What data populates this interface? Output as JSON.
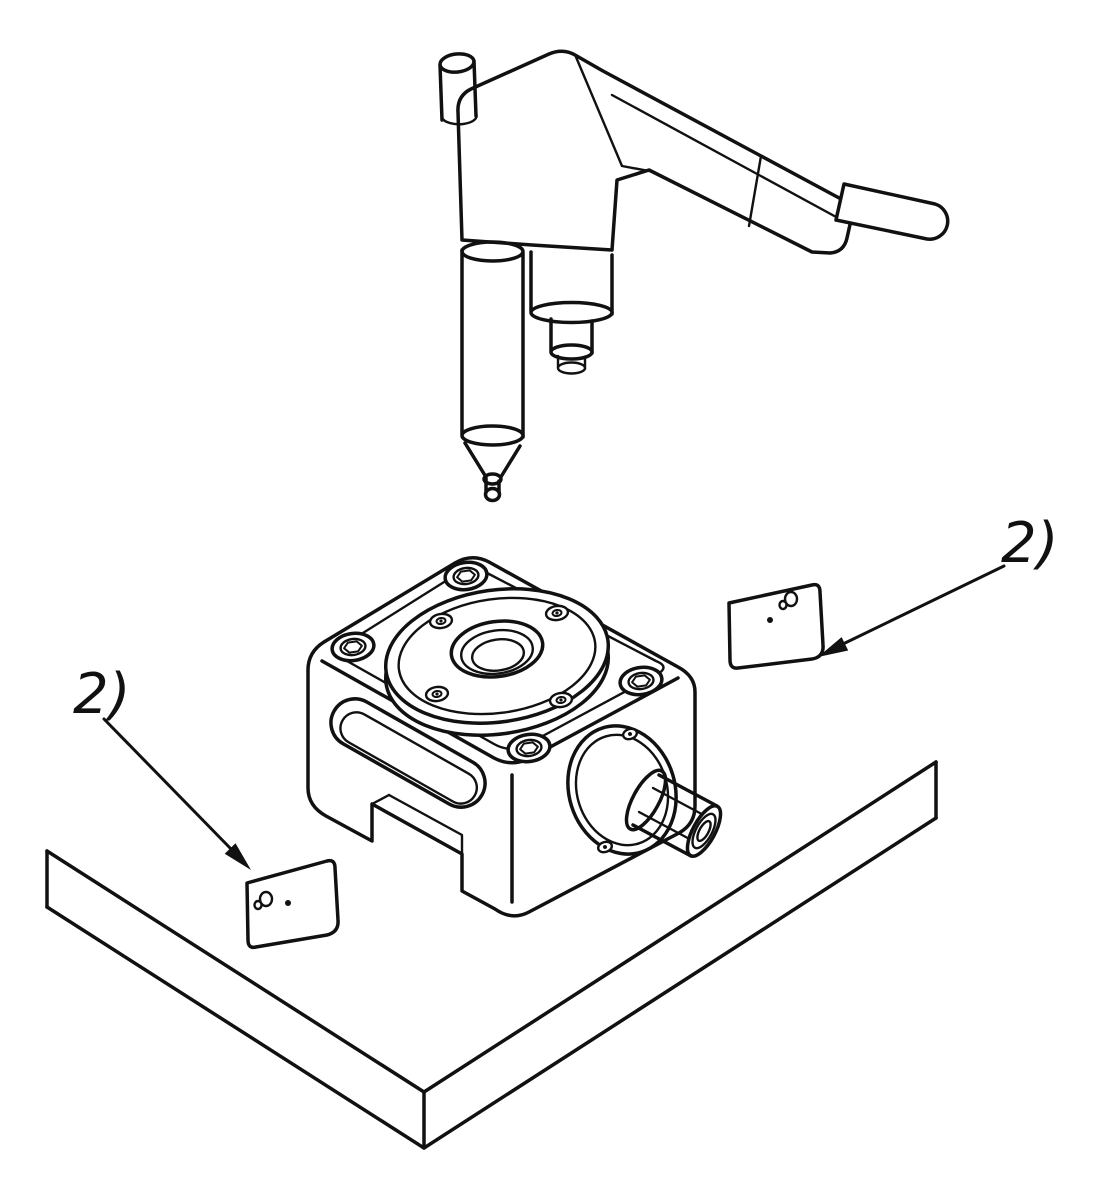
{
  "figure": {
    "type": "technical-line-drawing",
    "alt": "Isometric assembly drawing: torch with cable above a cubic fixture block on a table surface; two small mounting plates marked 2)",
    "callouts": {
      "left": {
        "label": "2)"
      },
      "right": {
        "label": "2)"
      }
    },
    "colors": {
      "line": "#111111",
      "background": "#ffffff"
    }
  }
}
